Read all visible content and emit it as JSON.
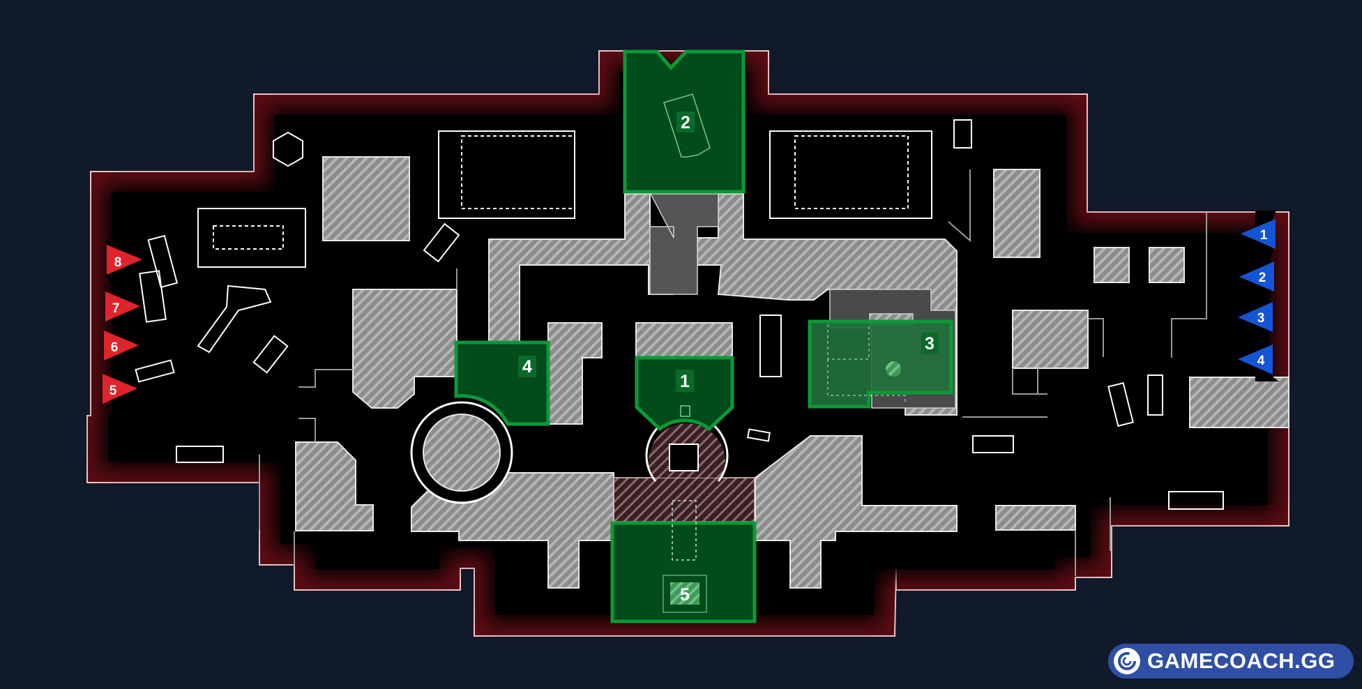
{
  "map": {
    "background_color": "#111a2b",
    "floor_color": "#000000",
    "wall_glow_color": "#6b0f16",
    "boundary_color": "#f2c8c8",
    "obstacle_hatch_color": "#9a9a9a",
    "objective_fill": "#024b1a",
    "objective_border": "#0b9a38"
  },
  "objectives": [
    {
      "id": "1",
      "label": "1"
    },
    {
      "id": "2",
      "label": "2"
    },
    {
      "id": "3",
      "label": "3"
    },
    {
      "id": "4",
      "label": "4"
    },
    {
      "id": "5",
      "label": "5"
    }
  ],
  "spawns": {
    "attackers": {
      "color": "#e0242b",
      "side": "left",
      "markers": [
        {
          "label": "8"
        },
        {
          "label": "7"
        },
        {
          "label": "6"
        },
        {
          "label": "5"
        }
      ]
    },
    "defenders": {
      "color": "#1455d6",
      "side": "right",
      "markers": [
        {
          "label": "1"
        },
        {
          "label": "2"
        },
        {
          "label": "3"
        },
        {
          "label": "4"
        }
      ]
    }
  },
  "brand": {
    "text": "GAMECOACH.GG",
    "logo": "gamecoach-g-icon",
    "color": "#2f4fa5"
  }
}
